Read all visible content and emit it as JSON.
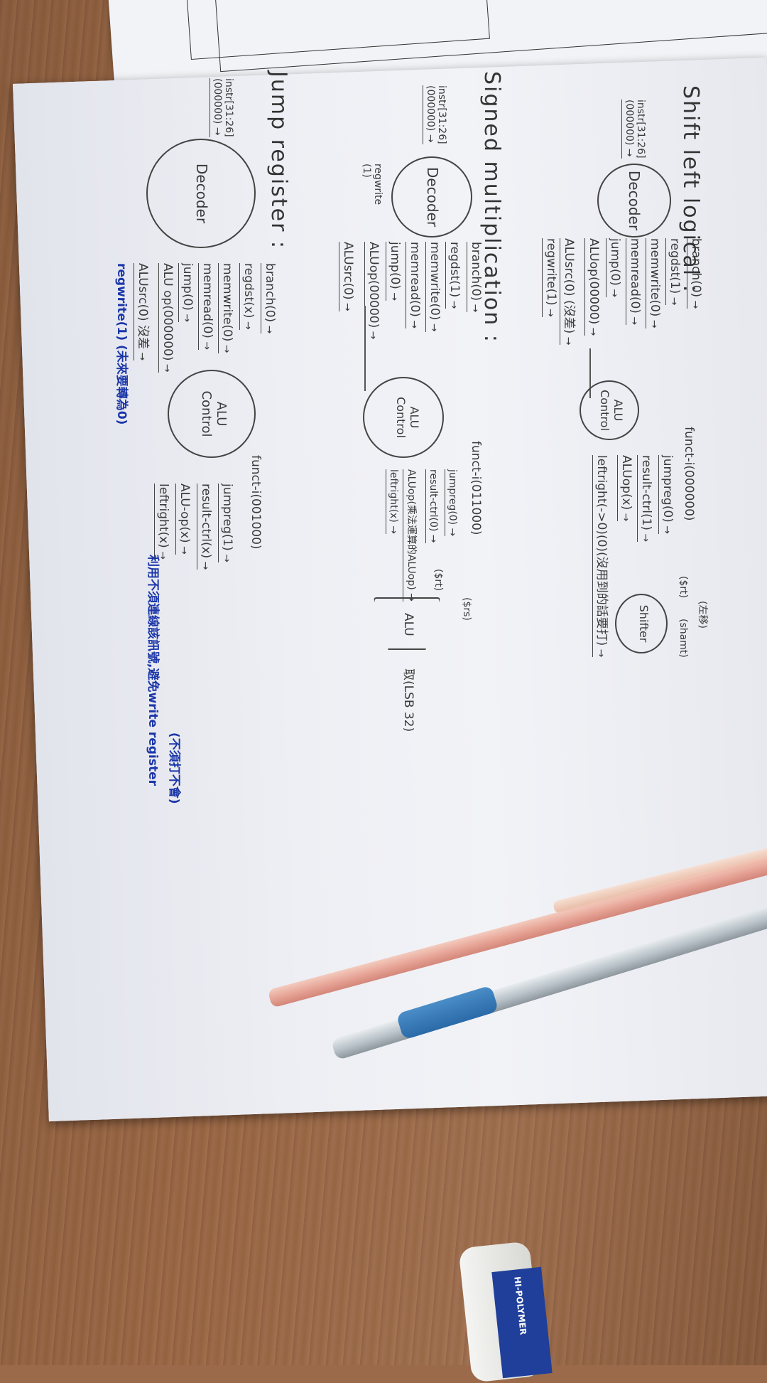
{
  "photo": {
    "kind": "handwritten notes on paper, photographed rotated",
    "eraser_label": "HI-POLYMER"
  },
  "notes": {
    "sections": [
      {
        "title": "Shift left logical :",
        "input": "instr[31:26]\n(000000)",
        "decoder": "Decoder",
        "signals": [
          "branch(0)",
          "regdst(1)",
          "memwrite(0)",
          "memread(0)",
          "jump(0)",
          "ALUop(00000)",
          "ALUsrc(0) (沒差)",
          "regwrite(1)"
        ],
        "funct": "funct-i(000000)",
        "alu_control": "ALU\nControl",
        "alu_control_out": [
          "jumpreg(0)",
          "result-ctrl(1)",
          "ALUop(x)",
          "leftright(->0)(0)(沒用到的話要打)"
        ],
        "shifter": "Shifter",
        "shifter_inputs": [
          "(左移)",
          "($rt)",
          "(shamt)"
        ]
      },
      {
        "title": "Signed multiplication :",
        "input": "instr[31:26]\n(000000)",
        "decoder": "Decoder",
        "signals": [
          "branch(0)",
          "regdst(1)",
          "memwrite(0)",
          "memread(0)",
          "jump(0)",
          "ALUop(00000)",
          "ALUsrc(0)"
        ],
        "regwrite": "regwrite\n(1)",
        "funct": "funct-i(011000)",
        "alu_control": "ALU\nControl",
        "alu_control_out": [
          "jumpreg(0)",
          "result-ctrl(0)",
          "ALUop(乘法運算的ALUop)",
          "leftright(x)"
        ],
        "alu_inputs": [
          "($rs)",
          "($rt)"
        ],
        "alu": "ALU",
        "alu_out": "取(LSB 32)"
      },
      {
        "title": "Jump register :",
        "input": "instr[31:26]\n(000000)",
        "decoder": "Decoder",
        "signals": [
          "branch(0)",
          "regdst(x)",
          "memwrite(0)",
          "memread(0)",
          "jump(0)",
          "ALU op(000000)",
          "ALUsrc(0) 沒差",
          "regwrite(1) (未來要轉為0)"
        ],
        "funct": "funct-i(001000)",
        "alu_control": "ALU\nControl",
        "alu_control_out": [
          "jumpreg(1)",
          "result-ctrl(x)",
          "ALU-op(x)",
          "leftright(x)"
        ],
        "note_blue": "利用不須連線該訊號,避免write register",
        "note_blue2": "(不須打不會)"
      }
    ]
  }
}
